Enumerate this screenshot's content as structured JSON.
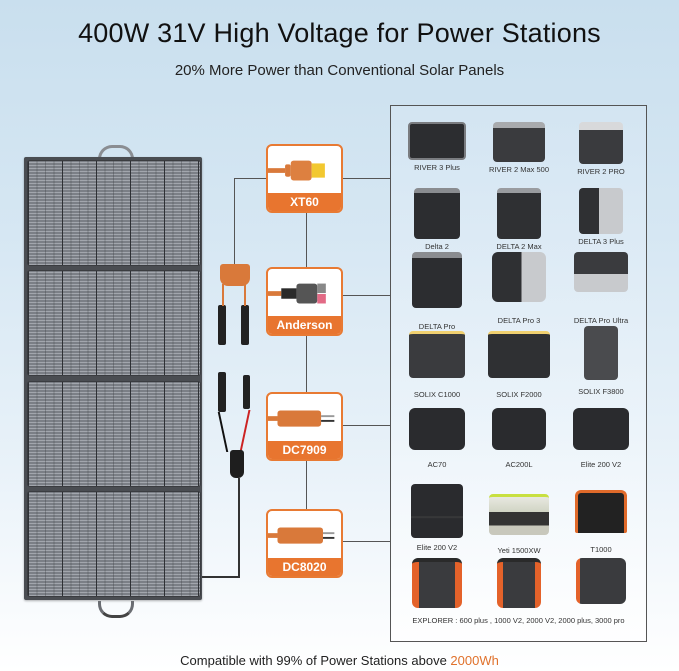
{
  "header": {
    "title": "400W 31V High Voltage for Power Stations",
    "subtitle": "20% More Power than Conventional Solar Panels"
  },
  "connectors": [
    {
      "label": "XT60",
      "icon": "xt60-plug-icon"
    },
    {
      "label": "Anderson",
      "icon": "anderson-plug-icon"
    },
    {
      "label": "DC7909",
      "icon": "dc7909-plug-icon"
    },
    {
      "label": "DC8020",
      "icon": "dc8020-plug-icon"
    }
  ],
  "devices": [
    {
      "name": "RIVER 3 Plus",
      "style": "ecoflow-small"
    },
    {
      "name": "RIVER 2 Max 500",
      "style": "ecoflow-small"
    },
    {
      "name": "RIVER 2 PRO",
      "style": "ecoflow-small"
    },
    {
      "name": "Delta 2",
      "style": "ecoflow-tall"
    },
    {
      "name": "DELTA 2 Max",
      "style": "ecoflow-tall"
    },
    {
      "name": "DELTA 3 Plus",
      "style": "ecoflow-tall"
    },
    {
      "name": "DELTA Pro",
      "style": "ecoflow-wheeled"
    },
    {
      "name": "DELTA Pro 3",
      "style": "ecoflow-wheeled"
    },
    {
      "name": "DELTA Pro Ultra",
      "style": "ecoflow-wheeled"
    },
    {
      "name": "SOLIX C1000",
      "style": "anker"
    },
    {
      "name": "SOLIX F2000",
      "style": "anker"
    },
    {
      "name": "SOLIX F3800",
      "style": "anker-tower"
    },
    {
      "name": "AC70",
      "style": "bluetti"
    },
    {
      "name": "AC200L",
      "style": "bluetti"
    },
    {
      "name": "Elite 200 V2",
      "style": "bluetti"
    },
    {
      "name": "Elite 200 V2",
      "style": "bluetti-stack"
    },
    {
      "name": "Yeti 1500XW",
      "style": "goalzero"
    },
    {
      "name": "T1000",
      "style": "orange-handle"
    }
  ],
  "explorer": {
    "images": [
      "jackery-explorer-1",
      "jackery-explorer-2",
      "jackery-explorer-3"
    ],
    "note": "EXPLORER : 600 plus , 1000 V2, 2000 V2, 2000 plus, 3000 pro"
  },
  "footer": {
    "text": "Compatible with 99% of Power Stations above ",
    "highlight": "2000Wh",
    "accent_color": "#e0722c"
  },
  "colors": {
    "brand_orange": "#e8752f",
    "panel_gray": "#7b7f86",
    "background_top": "#c9dfee"
  }
}
